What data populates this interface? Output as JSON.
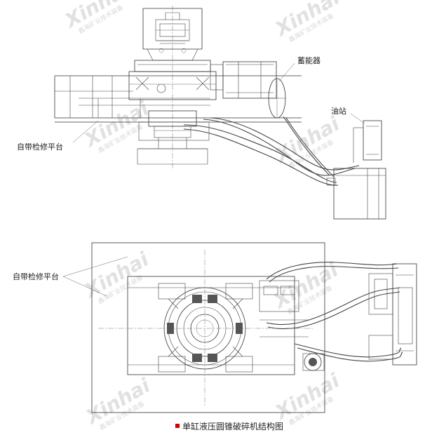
{
  "labels": {
    "accumulator": "蓄能器",
    "oil_station": "油站",
    "platform_top": "自带检修平台",
    "platform_bottom": "自带检修平台"
  },
  "caption": {
    "bullet_color": "#cc0000",
    "text": "单缸液压圆锥破碎机结构图"
  },
  "watermark": {
    "brand": "Xinhai",
    "tagline": "鑫海矿业技术装备"
  }
}
